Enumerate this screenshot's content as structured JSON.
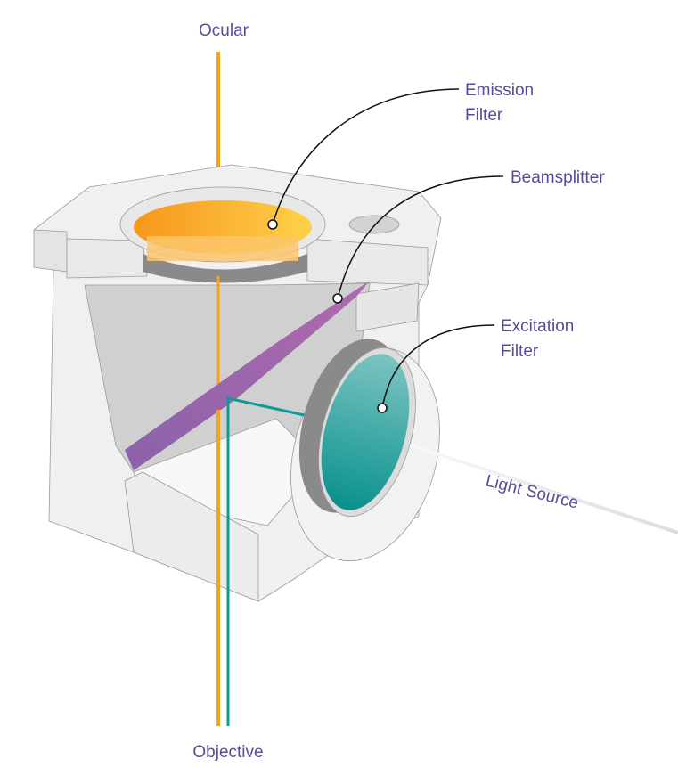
{
  "labels": {
    "ocular": "Ocular",
    "emission_filter_line1": "Emission",
    "emission_filter_line2": "Filter",
    "beamsplitter": "Beamsplitter",
    "excitation_filter_line1": "Excitation",
    "excitation_filter_line2": "Filter",
    "light_source": "Light Source",
    "objective": "Objective"
  },
  "colors": {
    "label": "#5b4a9a",
    "emission": "#f7a21b",
    "excitation": "#0f9a96",
    "beamsplitter": "#9a64b0",
    "body": "#efefef",
    "interior": "#cfcfcf"
  }
}
